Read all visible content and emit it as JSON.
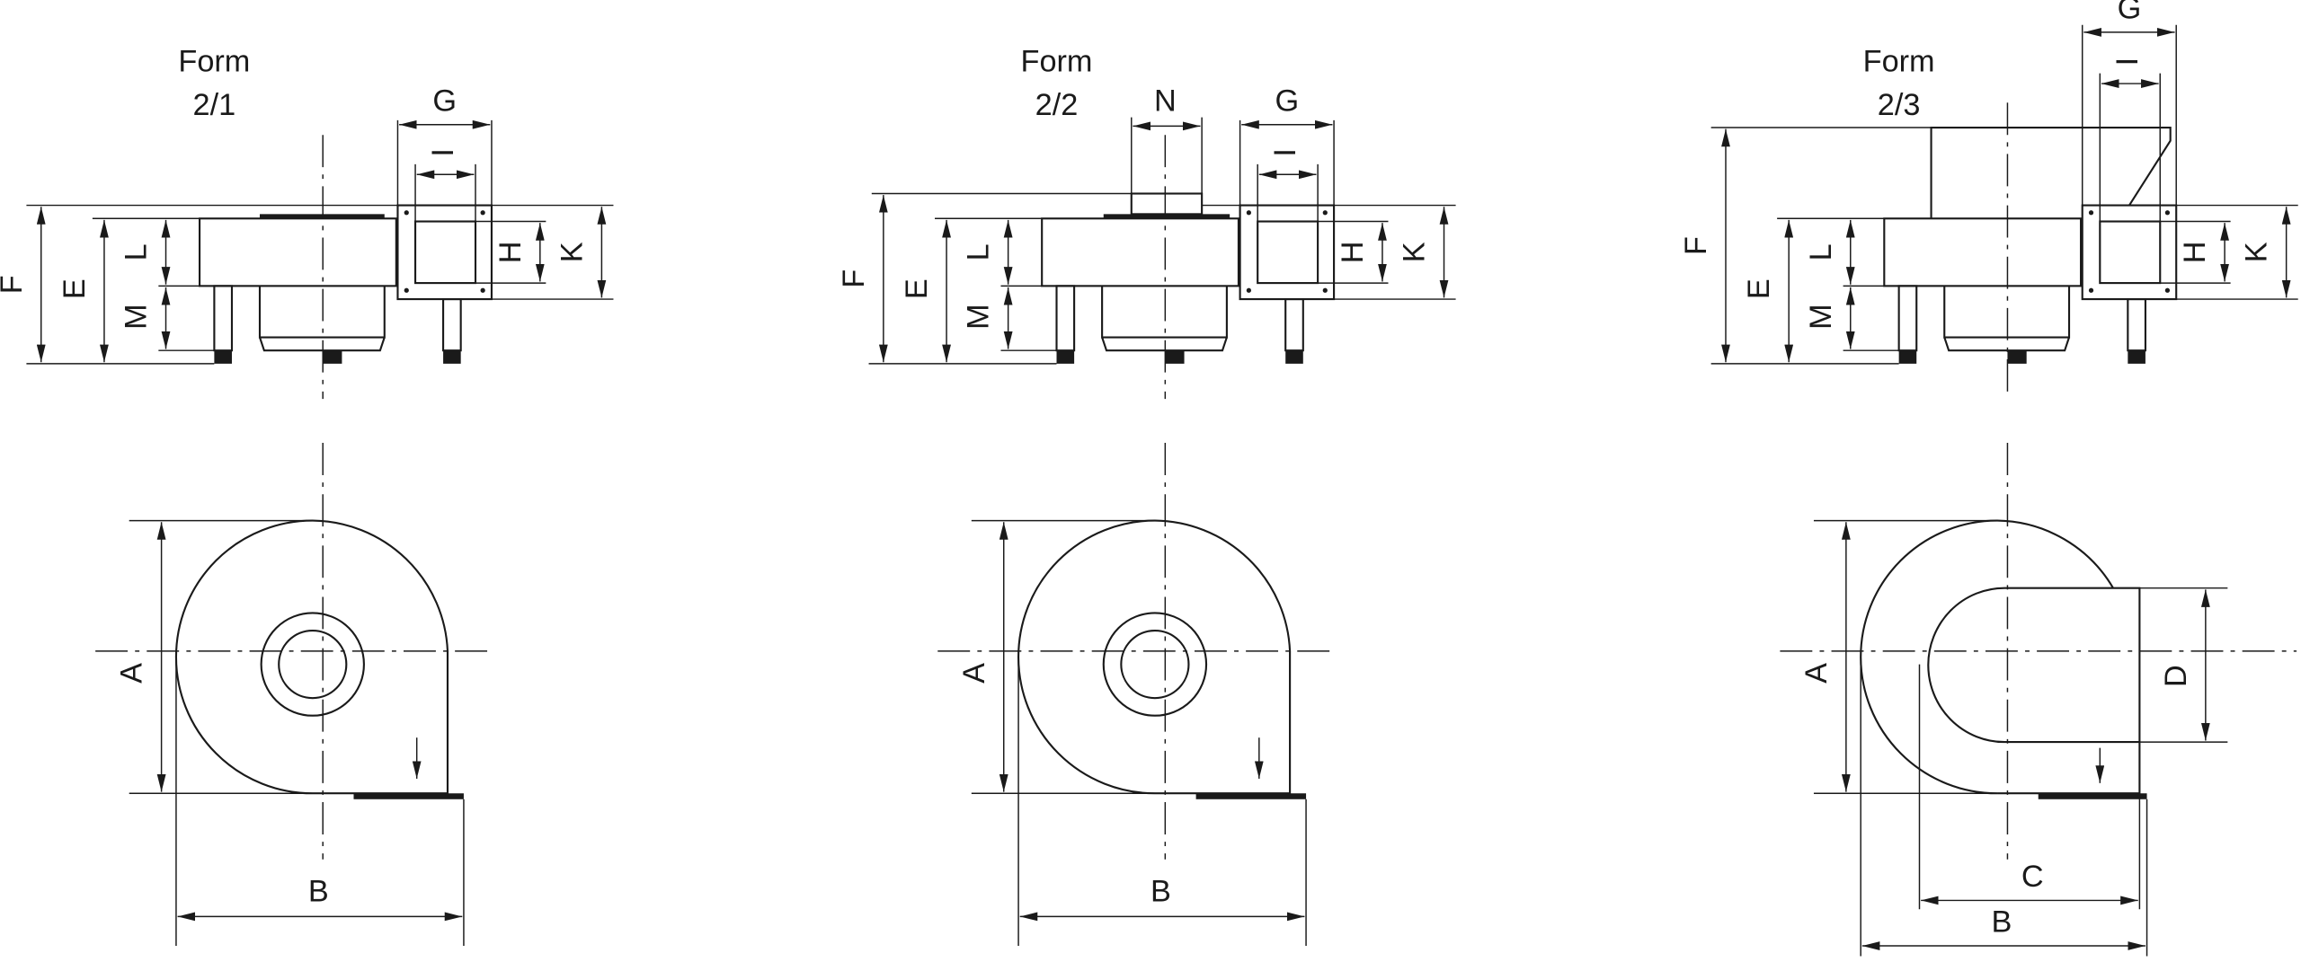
{
  "forms": [
    {
      "title": "Form",
      "number": "2/1",
      "labels": {
        "F": "F",
        "E": "E",
        "L": "L",
        "M": "M",
        "H": "H",
        "K": "K",
        "G": "G",
        "I": "I",
        "A": "A",
        "B": "B"
      }
    },
    {
      "title": "Form",
      "number": "2/2",
      "labels": {
        "F": "F",
        "E": "E",
        "L": "L",
        "M": "M",
        "H": "H",
        "K": "K",
        "G": "G",
        "I": "I",
        "N": "N",
        "A": "A",
        "B": "B"
      }
    },
    {
      "title": "Form",
      "number": "2/3",
      "labels": {
        "F": "F",
        "E": "E",
        "L": "L",
        "M": "M",
        "H": "H",
        "K": "K",
        "G": "G",
        "I": "I",
        "A": "A",
        "B": "B",
        "C": "C",
        "D": "D"
      }
    }
  ]
}
